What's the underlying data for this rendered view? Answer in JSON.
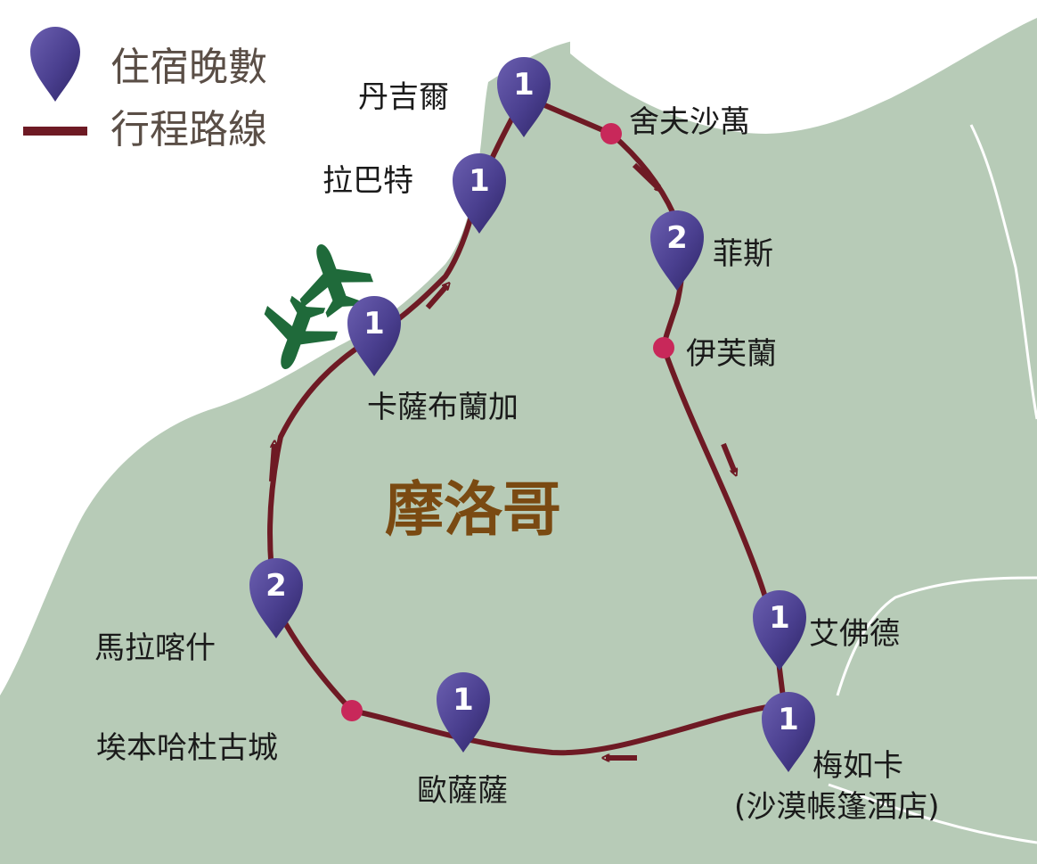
{
  "legend": {
    "pin_label": "住宿晚數",
    "route_label": "行程路線"
  },
  "country": "摩洛哥",
  "stops": [
    {
      "name": "丹吉爾",
      "nights": "1"
    },
    {
      "name": "舍夫沙萬",
      "nights": null
    },
    {
      "name": "菲斯",
      "nights": "2"
    },
    {
      "name": "伊芙蘭",
      "nights": null
    },
    {
      "name": "艾佛德",
      "nights": "1"
    },
    {
      "name": "梅如卡",
      "subtitle": "(沙漠帳篷酒店)",
      "nights": "1"
    },
    {
      "name": "歐薩薩",
      "nights": "1"
    },
    {
      "name": "埃本哈杜古城",
      "nights": null
    },
    {
      "name": "馬拉喀什",
      "nights": "2"
    },
    {
      "name": "卡薩布蘭加",
      "nights": "1"
    },
    {
      "name": "拉巴特",
      "nights": "1"
    }
  ],
  "colors": {
    "land": "#b7cbb7",
    "sea": "#ffffff",
    "route": "#6e1a24",
    "pin": "#4a3f8f",
    "waypoint": "#c8285a",
    "airplane": "#1f6a3a",
    "country_label": "#7a4a12",
    "border": "#ffffff"
  },
  "icons": {
    "pin": "map-pin-icon",
    "waypoint": "waypoint-dot-icon",
    "airplane": "airplane-icon"
  }
}
